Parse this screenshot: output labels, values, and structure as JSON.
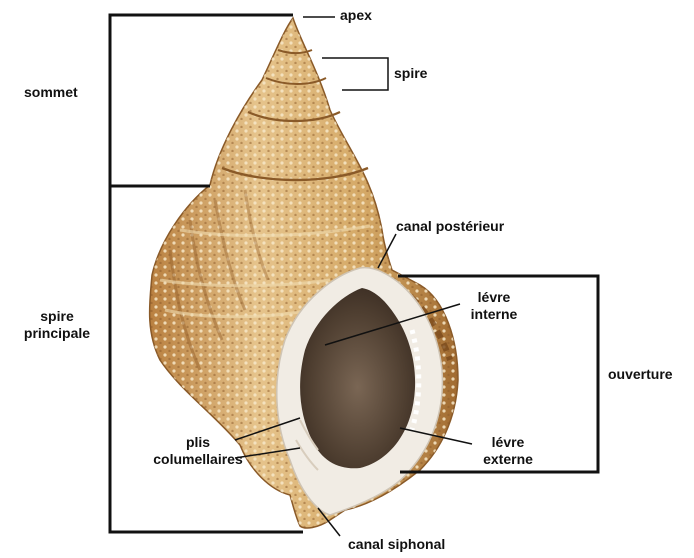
{
  "labels": {
    "apex": "apex",
    "spire": "spire",
    "sommet": "sommet",
    "spire_principale_1": "spire",
    "spire_principale_2": "principale",
    "canal_posterieur": "canal postérieur",
    "levre_interne_1": "lévre",
    "levre_interne_2": "interne",
    "ouverture": "ouverture",
    "plis_1": "plis",
    "plis_2": "columellaires",
    "levre_externe_1": "lévre",
    "levre_externe_2": "externe",
    "canal_siphonal": "canal siphonal"
  },
  "colors": {
    "shell_light": "#e8c48a",
    "shell_mid": "#c99050",
    "shell_dark": "#8a5a28",
    "aperture_lip": "#f1ece4",
    "aperture_inside": "#5c4a3a",
    "line": "#111111"
  }
}
